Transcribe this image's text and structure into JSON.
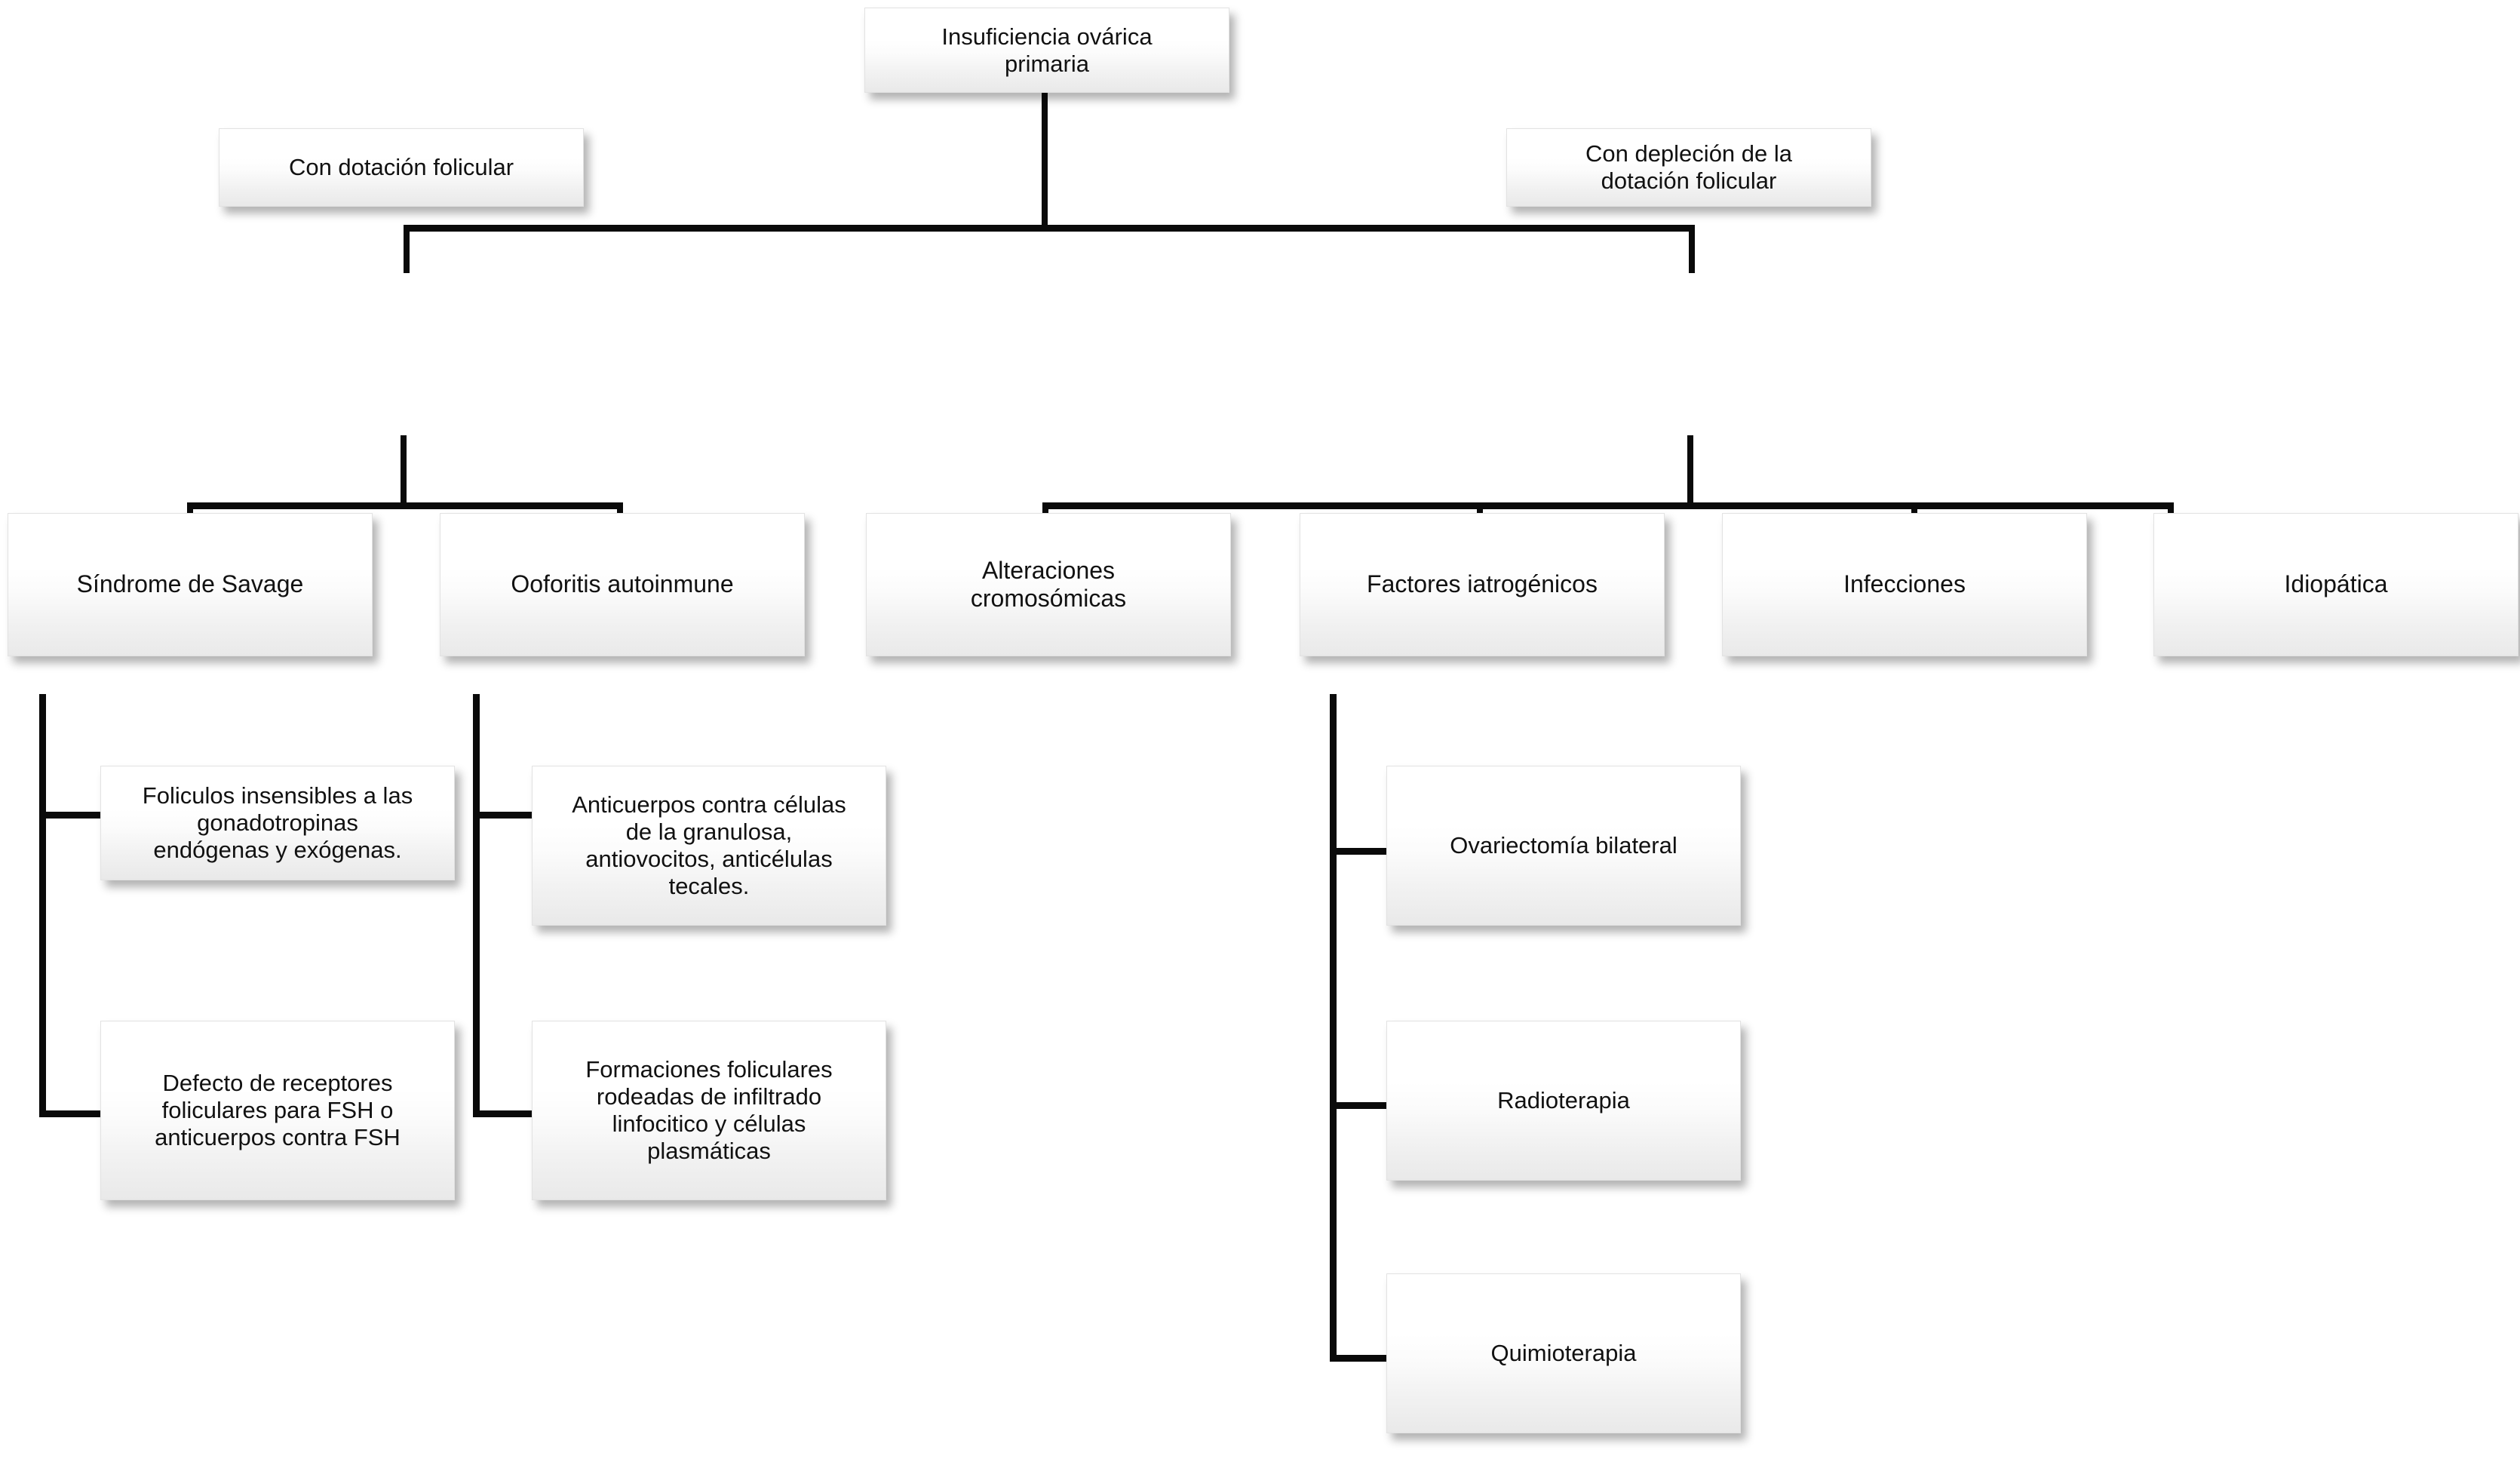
{
  "diagram": {
    "title_node": "Insuficiencia ovárica primaria",
    "type": "tree-flowchart",
    "language": "es",
    "colors": {
      "line": "#0a0a0a",
      "box_fill_top": "#ffffff",
      "box_fill_bottom": "#e9e9e9",
      "box_border": "#e2e2e2",
      "text": "#111111",
      "background": "#ffffff"
    },
    "nodes": {
      "root": {
        "label": "Insuficiencia ovárica primaria",
        "line1": "Insuficiencia ovárica",
        "line2": "primaria"
      },
      "branch_left": {
        "label": "Con dotación folicular"
      },
      "branch_right": {
        "label": "Con depleción de la dotación folicular",
        "line1": "Con depleción de la",
        "line2": "dotación folicular"
      },
      "savage": {
        "label": "Síndrome de Savage"
      },
      "ooforitis": {
        "label": "Ooforitis autoinmune"
      },
      "cromosomicas": {
        "label": "Alteraciones cromosómicas",
        "line1": "Alteraciones",
        "line2": "cromosómicas"
      },
      "iatrogenicos": {
        "label": "Factores iatrogénicos"
      },
      "infecciones": {
        "label": "Infecciones"
      },
      "idiopatica": {
        "label": "Idiopática"
      },
      "savage_leaf_1": {
        "label": "Foliculos insensibles a las gonadotropinas endógenas y exógenas.",
        "line1": "Foliculos insensibles a las",
        "line2": "gonadotropinas",
        "line3": "endógenas y exógenas."
      },
      "savage_leaf_2": {
        "label": "Defecto de receptores foliculares para FSH o anticuerpos contra FSH",
        "line1": "Defecto de receptores",
        "line2": "foliculares para FSH o",
        "line3": "anticuerpos contra FSH"
      },
      "ooforitis_leaf_1": {
        "label": "Anticuerpos contra células de la granulosa, antiovocitos, anticélulas tecales.",
        "line1": "Anticuerpos contra células",
        "line2": "de la granulosa,",
        "line3": "antiovocitos, anticélulas",
        "line4": "tecales."
      },
      "ooforitis_leaf_2": {
        "label": "Formaciones foliculares rodeadas de infiltrado linfocitico y células plasmáticas",
        "line1": "Formaciones foliculares",
        "line2": "rodeadas de infiltrado",
        "line3": "linfocitico y células",
        "line4": "plasmáticas"
      },
      "iatro_leaf_1": {
        "label": "Ovariectomía bilateral"
      },
      "iatro_leaf_2": {
        "label": "Radioterapia"
      },
      "iatro_leaf_3": {
        "label": "Quimioterapia"
      }
    }
  }
}
